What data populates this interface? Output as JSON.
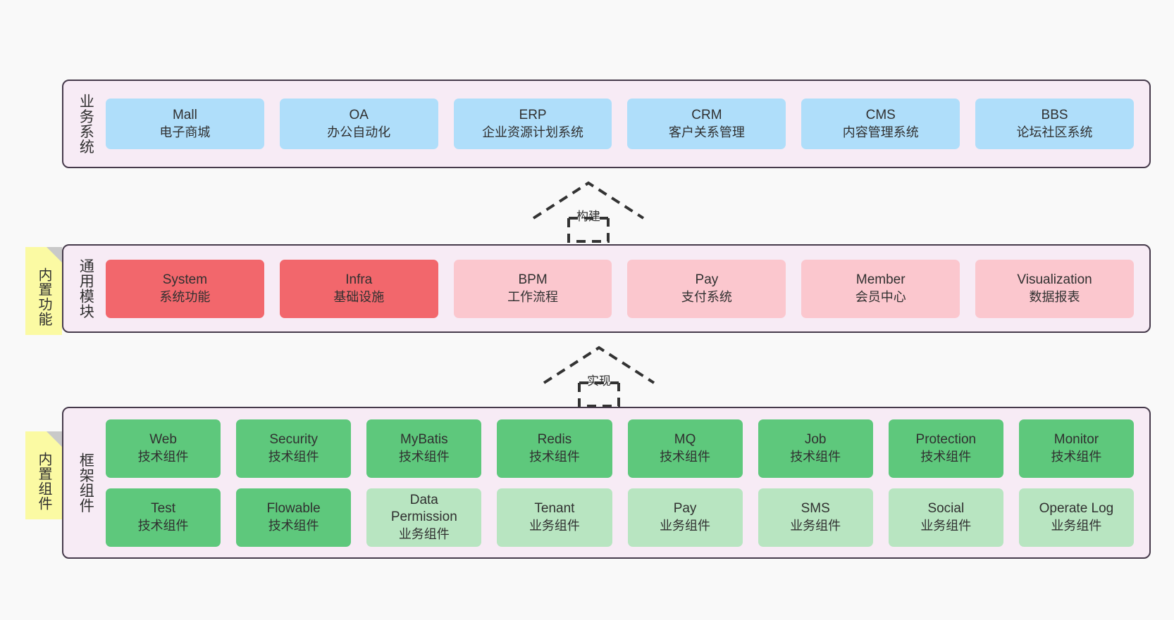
{
  "diagram": {
    "background_color": "#f9f9f9",
    "panel_color": "#f7ebf5",
    "panel_border_color": "#463a4b",
    "note_color": "#fbfaa3"
  },
  "layers": [
    {
      "id": "business",
      "title": "业务系统",
      "cards": [
        {
          "en": "Mall",
          "cn": "电子商城",
          "style": "blue"
        },
        {
          "en": "OA",
          "cn": "办公自动化",
          "style": "blue"
        },
        {
          "en": "ERP",
          "cn": "企业资源计划系统",
          "style": "blue"
        },
        {
          "en": "CRM",
          "cn": "客户关系管理",
          "style": "blue"
        },
        {
          "en": "CMS",
          "cn": "内容管理系统",
          "style": "blue"
        },
        {
          "en": "BBS",
          "cn": "论坛社区系统",
          "style": "blue"
        }
      ]
    },
    {
      "id": "common",
      "title": "通用模块",
      "note": "内置功能",
      "cards": [
        {
          "en": "System",
          "cn": "系统功能",
          "style": "red"
        },
        {
          "en": "Infra",
          "cn": "基础设施",
          "style": "red"
        },
        {
          "en": "BPM",
          "cn": "工作流程",
          "style": "pink"
        },
        {
          "en": "Pay",
          "cn": "支付系统",
          "style": "pink"
        },
        {
          "en": "Member",
          "cn": "会员中心",
          "style": "pink"
        },
        {
          "en": "Visualization",
          "cn": "数据报表",
          "style": "pink"
        }
      ]
    },
    {
      "id": "framework",
      "title": "框架组件",
      "note": "内置组件",
      "rows": [
        [
          {
            "en": "Web",
            "cn": "技术组件",
            "style": "green"
          },
          {
            "en": "Security",
            "cn": "技术组件",
            "style": "green"
          },
          {
            "en": "MyBatis",
            "cn": "技术组件",
            "style": "green"
          },
          {
            "en": "Redis",
            "cn": "技术组件",
            "style": "green"
          },
          {
            "en": "MQ",
            "cn": "技术组件",
            "style": "green"
          },
          {
            "en": "Job",
            "cn": "技术组件",
            "style": "green"
          },
          {
            "en": "Protection",
            "cn": "技术组件",
            "style": "green"
          },
          {
            "en": "Monitor",
            "cn": "技术组件",
            "style": "green"
          }
        ],
        [
          {
            "en": "Test",
            "cn": "技术组件",
            "style": "green"
          },
          {
            "en": "Flowable",
            "cn": "技术组件",
            "style": "green"
          },
          {
            "en": "Data",
            "en2": "Permission",
            "cn": "业务组件",
            "style": "lightgreen"
          },
          {
            "en": "Tenant",
            "cn": "业务组件",
            "style": "lightgreen"
          },
          {
            "en": "Pay",
            "cn": "业务组件",
            "style": "lightgreen"
          },
          {
            "en": "SMS",
            "cn": "业务组件",
            "style": "lightgreen"
          },
          {
            "en": "Social",
            "cn": "业务组件",
            "style": "lightgreen"
          },
          {
            "en": "Operate Log",
            "cn": "业务组件",
            "style": "lightgreen"
          }
        ]
      ]
    }
  ],
  "connectors": [
    {
      "id": "build",
      "label": "构建",
      "from": "common",
      "to": "business",
      "style": "dashed-generalization"
    },
    {
      "id": "impl",
      "label": "实现",
      "from": "framework",
      "to": "common",
      "style": "dashed-generalization"
    }
  ]
}
